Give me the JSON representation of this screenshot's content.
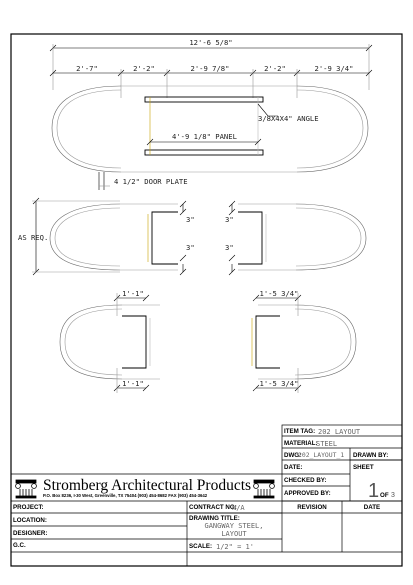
{
  "dimensions": {
    "overall": "12'-6 5/8\"",
    "seg1": "2'-7\"",
    "seg2": "2'-2\"",
    "seg3": "2'-9 7/8\"",
    "seg4": "2'-2\"",
    "seg5": "2'-9 3/4\"",
    "panel": "4'-9 1/8\" PANEL",
    "angle": "3/8X4X4\" ANGLE",
    "door_plate": "4 1/2\" DOOR PLATE",
    "as_req": "AS REQ.",
    "three_in_a": "3\"",
    "three_in_b": "3\"",
    "three_in_c": "3\"",
    "three_in_d": "3\"",
    "top_left_width": "1'-1\"",
    "bottom_left_width": "1'-1\"",
    "top_right_width": "1'-5 3/4\"",
    "bottom_right_width": "1'-5 3/4\""
  },
  "title_block": {
    "item_tag_label": "ITEM TAG:",
    "item_tag_value": "202 LAYOUT",
    "material_label": "MATERIAL:",
    "material_value": "STEEL",
    "dwg_label": "DWG:",
    "dwg_value": "202_LAYOUT_1",
    "drawn_by_label": "DRAWN BY:",
    "date_label": "DATE:",
    "sheet_label": "SHEET",
    "checked_by_label": "CHECKED BY:",
    "approved_by_label": "APPROVED BY:",
    "sheet_number": "1",
    "of_label": "OF",
    "sheet_total": "3",
    "company_name": "Stromberg Architectural Products",
    "company_address": "P.O. Box 8236, I-30 West, Greenville, TX 75404   (903) 454-8682   FAX (903) 454-3642",
    "project_label": "PROJECT:",
    "contract_label": "CONTRACT NO:",
    "contract_value": "N/A",
    "revision_label": "REVISION",
    "rev_date_label": "DATE",
    "location_label": "LOCATION:",
    "drawing_title_label": "DRAWING TITLE:",
    "drawing_title_line1": "GANGWAY STEEL,",
    "drawing_title_line2": "LAYOUT",
    "designer_label": "DESIGNER:",
    "gc_label": "G.C.",
    "scale_label": "SCALE:",
    "scale_value": "1/2\" = 1'"
  }
}
